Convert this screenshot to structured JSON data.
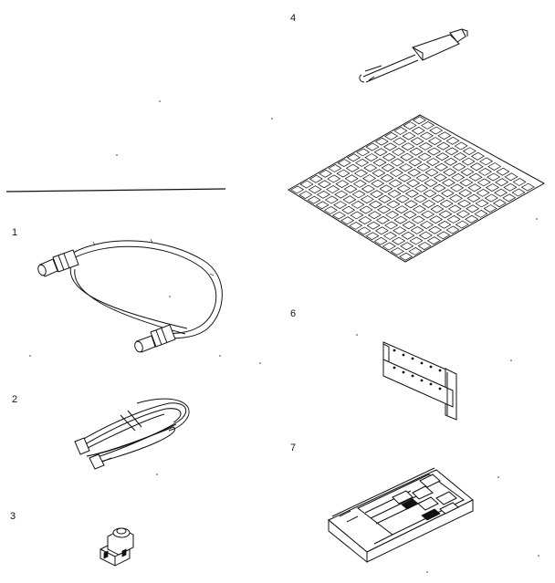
{
  "figure": {
    "labels": [
      "1",
      "2",
      "3",
      "4",
      "6",
      "7"
    ],
    "parts": [
      {
        "number": "1",
        "icon": "coaxial-cable-icon"
      },
      {
        "number": "2",
        "icon": "flat-cable-bundle-icon"
      },
      {
        "number": "3",
        "icon": "adapter-plug-icon"
      },
      {
        "number": "4",
        "icon": "remote-sensor-cable-icon"
      },
      {
        "number": "",
        "icon": "label-sticker-sheet-icon"
      },
      {
        "number": "6",
        "icon": "mounting-bracket-icon"
      },
      {
        "number": "7",
        "icon": "remote-control-icon"
      }
    ],
    "colors": {
      "ink": "#111111",
      "paper": "#ffffff"
    }
  }
}
